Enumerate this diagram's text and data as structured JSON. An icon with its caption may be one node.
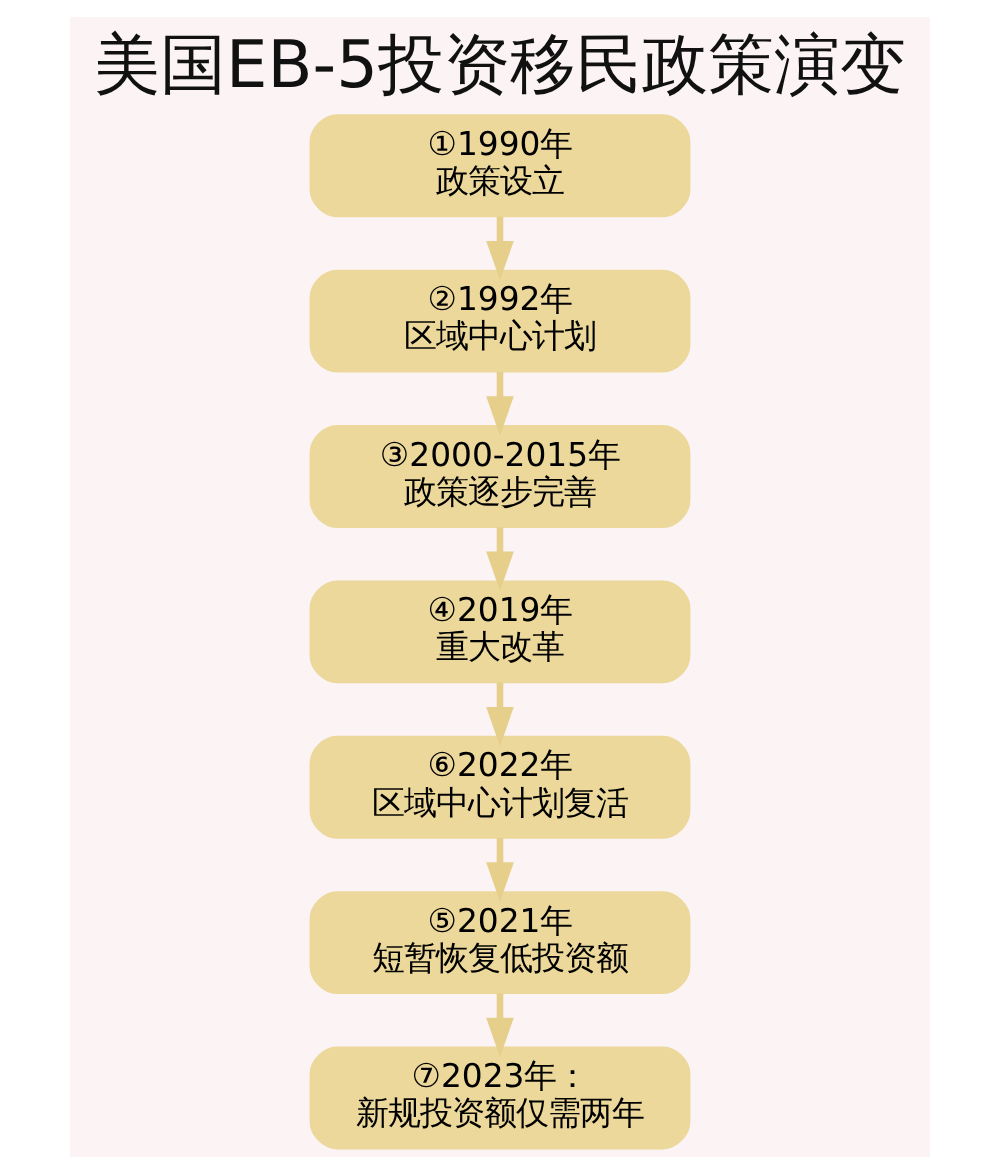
{
  "diagram": {
    "title": "美国EB-5投资移民政策演变",
    "nodes": [
      {
        "text": [
          "①1990年",
          "政策设立"
        ]
      },
      {
        "text": [
          "②1992年",
          "区域中心计划"
        ]
      },
      {
        "text": [
          "③2000-2015年",
          "政策逐步完善"
        ]
      },
      {
        "text": [
          "④2019年",
          "重大改革"
        ]
      },
      {
        "text": [
          "⑥2022年",
          "区域中心计划复活"
        ]
      },
      {
        "text": [
          "⑤2021年",
          "短暂恢复低投资额"
        ]
      },
      {
        "text": [
          "⑦2023年：",
          "新规投资额仅需两年"
        ]
      }
    ],
    "edges": [
      {
        "from": 0,
        "to": 1,
        "arrow": "to"
      },
      {
        "from": 1,
        "to": 2,
        "arrow": "to"
      },
      {
        "from": 2,
        "to": 3,
        "arrow": "to"
      },
      {
        "from": 3,
        "to": 4,
        "arrow": "to"
      },
      {
        "from": 4,
        "to": 5,
        "arrow": "to"
      },
      {
        "from": 5,
        "to": 6,
        "arrow": "to"
      }
    ]
  }
}
